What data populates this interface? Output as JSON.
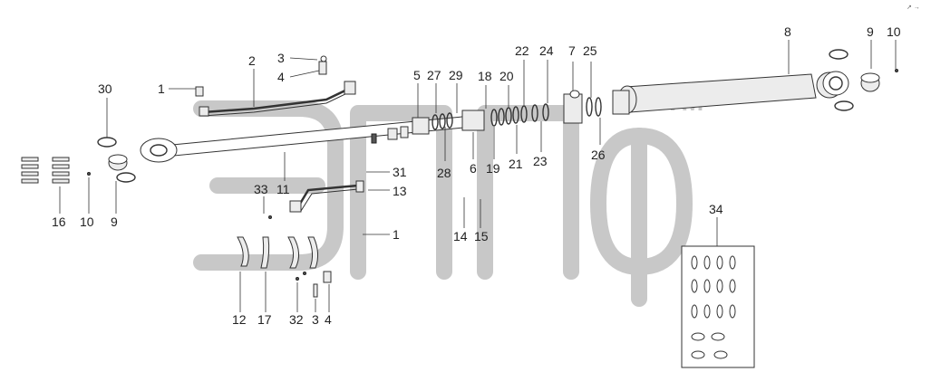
{
  "watermark": {
    "trademark": "TM"
  },
  "corner_mark": "↗ →",
  "callouts": [
    "1",
    "2",
    "3",
    "4",
    "30",
    "16",
    "10",
    "9",
    "33",
    "11",
    "31",
    "13",
    "1",
    "12",
    "17",
    "32",
    "3",
    "4",
    "5",
    "27",
    "29",
    "18",
    "20",
    "22",
    "24",
    "7",
    "25",
    "28",
    "6",
    "19",
    "21",
    "23",
    "26",
    "14",
    "15",
    "8",
    "9",
    "10",
    "34"
  ]
}
